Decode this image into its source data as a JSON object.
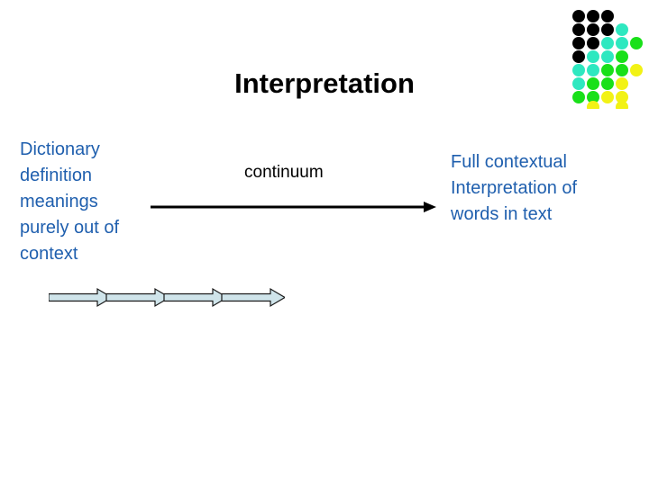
{
  "slide": {
    "title": "Interpretation",
    "background_color": "#ffffff"
  },
  "content": {
    "left_block": {
      "text": "Dictionary definition meanings purely out of context",
      "color": "#1f5FAE"
    },
    "center_label": {
      "text": "continuum",
      "color": "#000000"
    },
    "right_block": {
      "text": "Full contextual Interpretation of words in text",
      "color": "#1f5FAE"
    }
  },
  "graphics": {
    "continuum_arrow": {
      "name": "right-arrow-icon",
      "color": "#000000",
      "direction": "right"
    },
    "chevron_arrows": {
      "name": "chevron-arrow-icon",
      "count": 4,
      "fill": "#cfe4ea",
      "stroke": "#1a1a1a",
      "direction": "right"
    },
    "dot_grid": {
      "name": "dot-grid-decoration",
      "colors": {
        "black": "#000000",
        "cyan": "#2ee8c0",
        "green": "#19e019",
        "yellow": "#f2f215"
      },
      "rows": [
        [
          "black",
          "black",
          "black",
          null,
          null
        ],
        [
          "black",
          "black",
          "black",
          "cyan",
          null
        ],
        [
          "black",
          "black",
          "cyan",
          "cyan",
          "green"
        ],
        [
          "black",
          "cyan",
          "cyan",
          "green",
          null
        ],
        [
          "cyan",
          "cyan",
          "green",
          "green",
          "yellow"
        ],
        [
          "cyan",
          "green",
          "green",
          "yellow",
          null
        ],
        [
          "green",
          "green",
          "yellow",
          "yellow",
          null
        ],
        [
          null,
          "yellow",
          null,
          "yellow",
          null
        ]
      ]
    }
  }
}
